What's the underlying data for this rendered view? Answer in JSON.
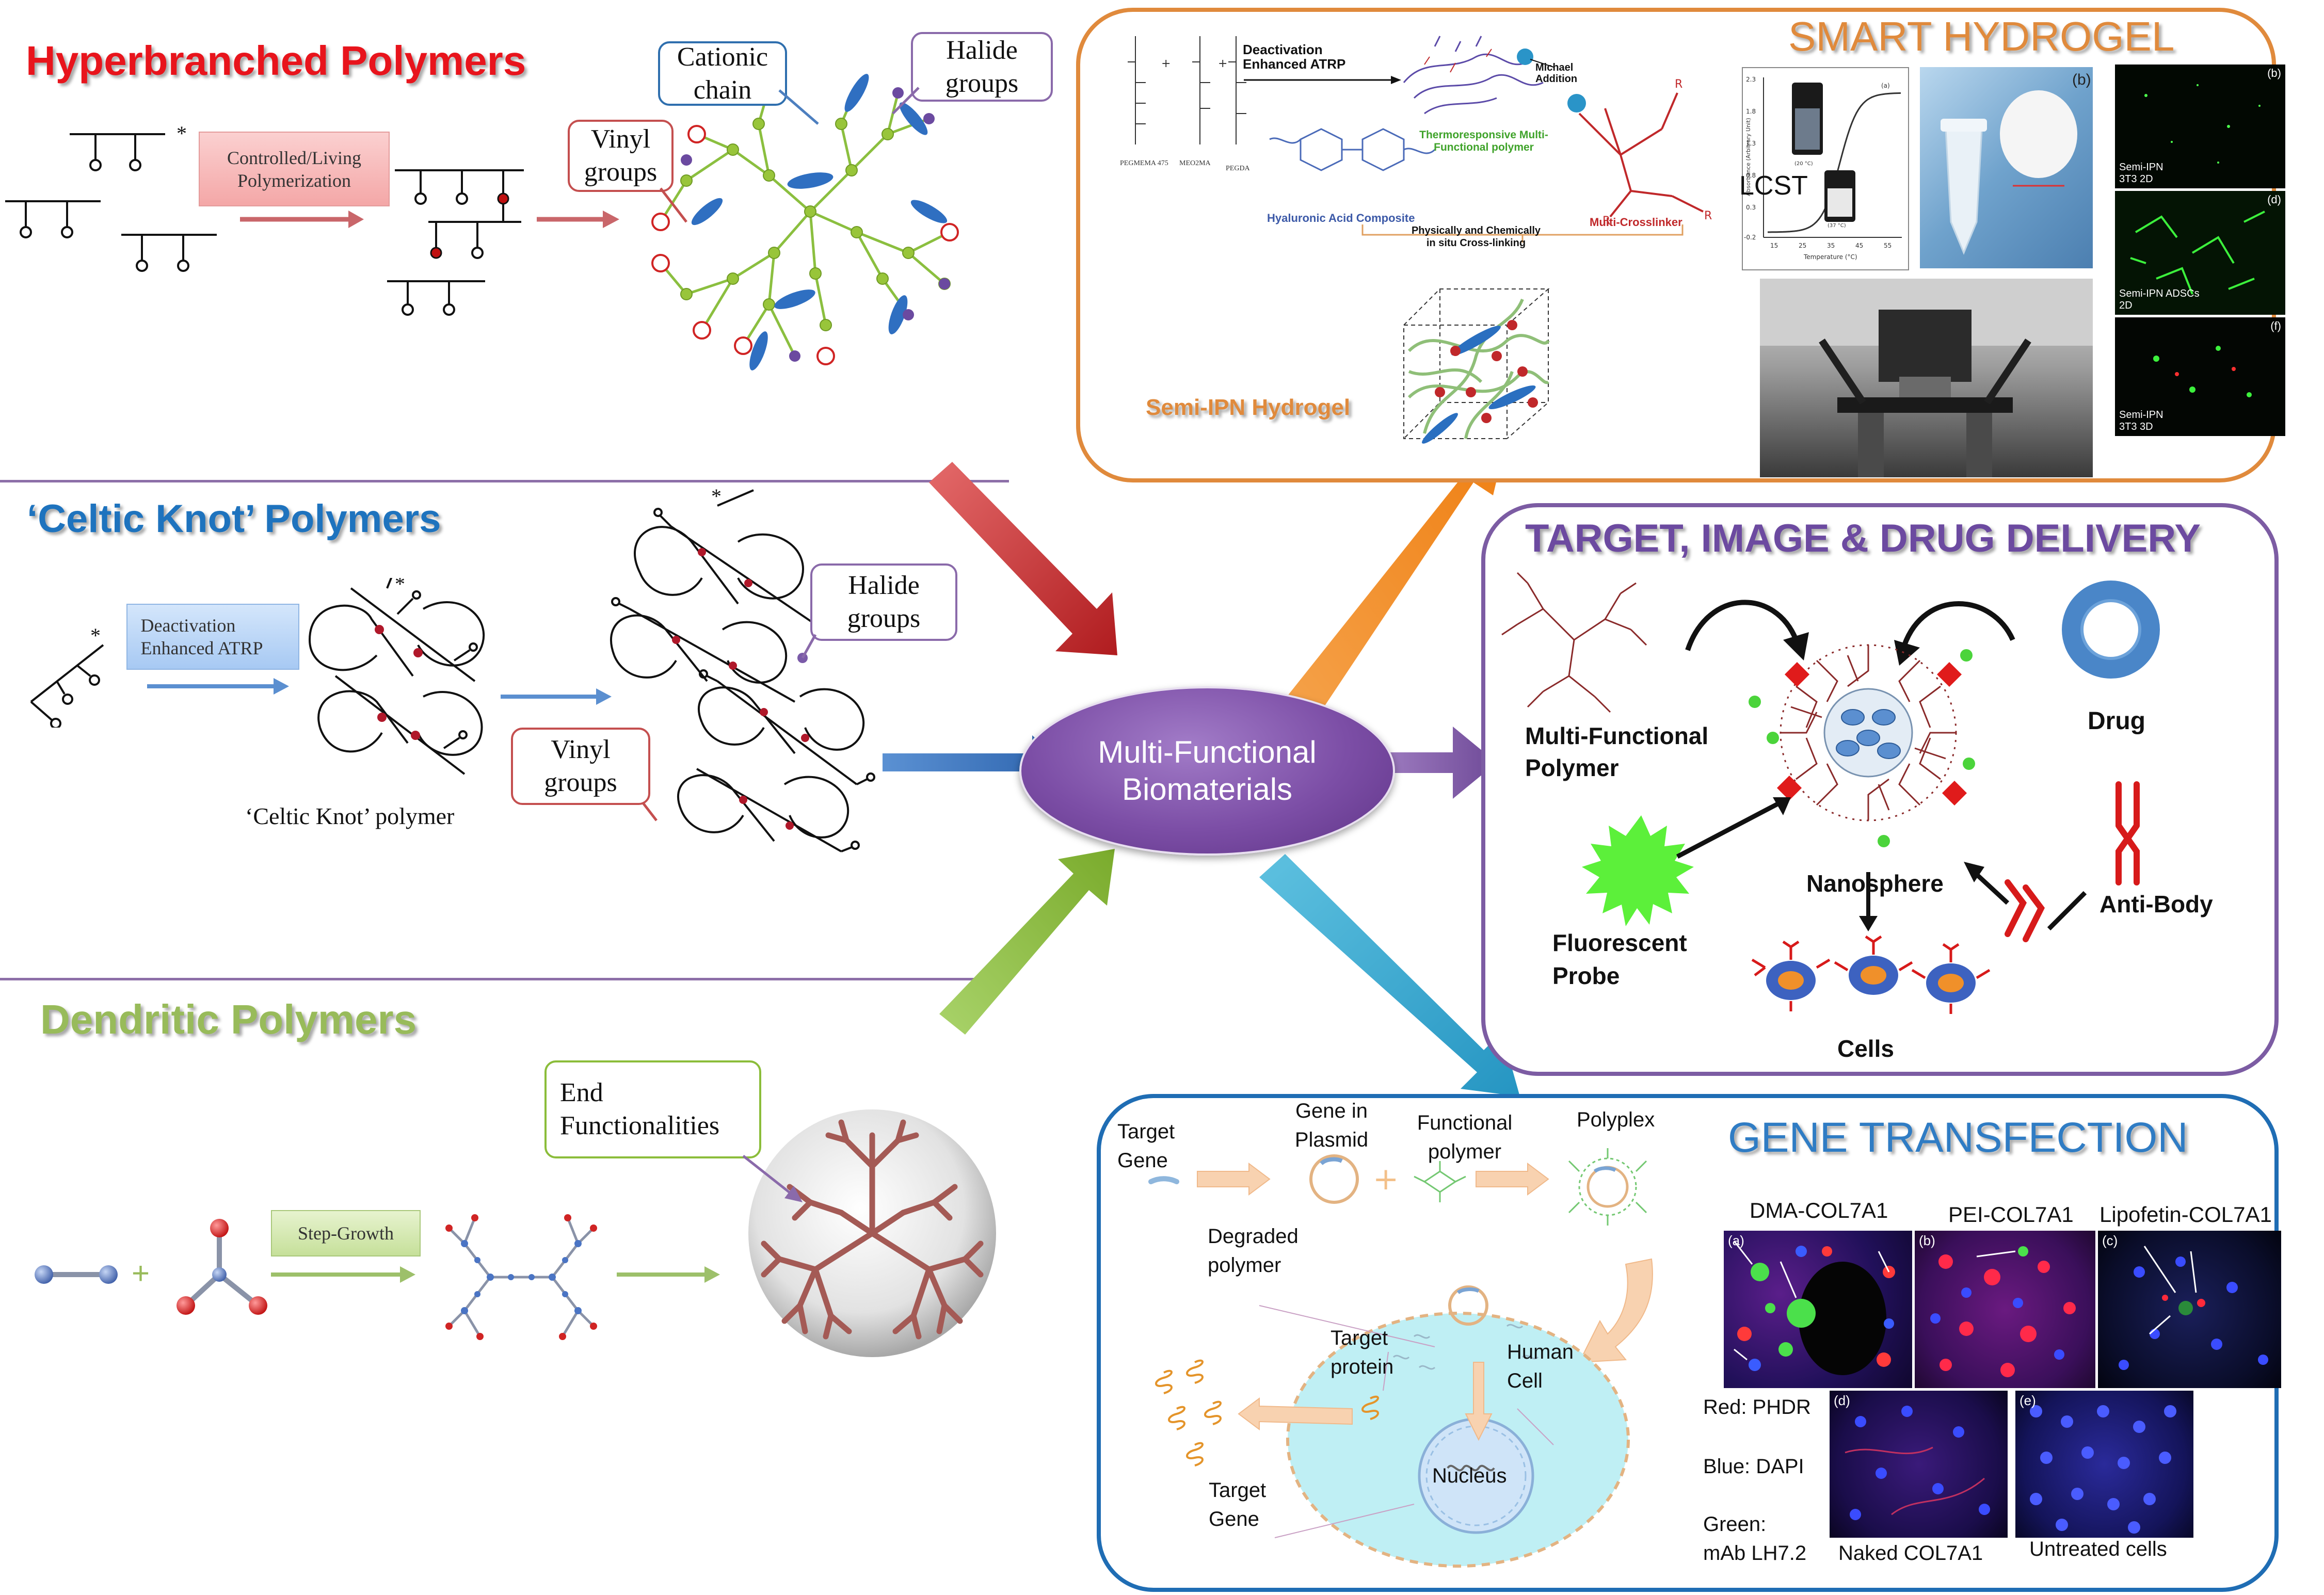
{
  "left": {
    "hyperbranched": {
      "title": "Hyperbranched Polymers",
      "process_label": "Controlled/Living Polymerization",
      "cationic_label": "Cationic chain",
      "halide_label": "Halide groups",
      "vinyl_label": "Vinyl groups",
      "star": "*"
    },
    "celtic": {
      "title": "‘Celtic Knot’ Polymers",
      "process_label": "Deactivation Enhanced ATRP",
      "polymer_caption": "‘Celtic Knot’ polymer",
      "halide_label": "Halide groups",
      "vinyl_label": "Vinyl groups",
      "star": "*"
    },
    "dendritic": {
      "title": "Dendritic Polymers",
      "process_label": "Step-Growth",
      "end_label": "End Functionalities",
      "plus": "+"
    }
  },
  "center": {
    "label_line1": "Multi-Functional",
    "label_line2": "Biomaterials"
  },
  "smart_hydrogel": {
    "title": "SMART HYDROGEL",
    "datra_label": "Deactivation Enhanced ATRP",
    "michael_label": "Michael Addition",
    "thermo_label": "Thermoresponsive Multi-Functional polymer",
    "ha_label": "Hyaluronic Acid Composite",
    "crosslink_label": "Physically and Chemically in situ Cross-linking",
    "multicross_label": "Multi-Crosslinker",
    "semi_ipn_label": "Semi-IPN Hydrogel",
    "monomers": [
      "PEGMEMA 475",
      "MEO2MA",
      "PEGDA"
    ],
    "lcst_label": "LCST",
    "plot_xlabel": "Temperature (°C)",
    "plot_ylabel": "Absorbance (Arbitrary Unit)",
    "plot_xticks": [
      "15",
      "25",
      "35",
      "45",
      "55"
    ],
    "plot_yticks": [
      "2.3",
      "1.8",
      "1.3",
      "0.8",
      "0.3",
      "-0.2"
    ],
    "vial_labels": [
      "(20 °C)",
      "(37 °C)"
    ],
    "fig_tags": [
      "(a)",
      "(b)",
      "(b)",
      "(d)",
      "(f)"
    ],
    "micro_labels": [
      "Semi-IPN 3T3 2D",
      "Semi-IPN ADSCs 2D",
      "Semi-IPN 3T3 3D"
    ]
  },
  "drug_delivery": {
    "title": "TARGET, IMAGE & DRUG DELIVERY",
    "polymer_label": "Multi-Functional Polymer",
    "drug_label": "Drug",
    "nanosphere_label": "Nanosphere",
    "probe_label": "Fluorescent Probe",
    "antibody_label": "Anti-Body",
    "cells_label": "Cells"
  },
  "gene": {
    "title": "GENE TRANSFECTION",
    "target_gene_top": "Target Gene",
    "gene_plasmid": "Gene in Plasmid",
    "functional_polymer": "Functional polymer",
    "polyplex": "Polyplex",
    "degraded": "Degraded polymer",
    "target_protein": "Target protein",
    "human_cell": "Human Cell",
    "nucleus": "Nucleus",
    "target_gene_bottom": "Target Gene",
    "micro_titles": [
      "DMA-COL7A1",
      "PEI-COL7A1",
      "Lipofetin-COL7A1"
    ],
    "micro_tags": [
      "(a)",
      "(b)",
      "(c)",
      "(d)",
      "(e)"
    ],
    "legend_red": "Red: PHDR",
    "legend_blue": "Blue: DAPI",
    "legend_green_1": "Green:",
    "legend_green_2": "mAb LH7.2",
    "naked_label": "Naked COL7A1",
    "untreated_label": "Untreated cells"
  },
  "colors": {
    "hyper_title": "#e8141c",
    "celtic_title": "#1e73be",
    "dendritic_title": "#98bb5a",
    "center_purple": "#7b4aa0",
    "smart_orange": "#e08a3c",
    "drug_purple": "#7c5ca3",
    "gene_blue": "#1f6db4",
    "arrow_red": "#c0282a",
    "arrow_blue": "#2d6fbd",
    "arrow_green": "#8bbd3a",
    "arrow_orange": "#f08a1c",
    "arrow_cyan": "#30a7cf"
  }
}
